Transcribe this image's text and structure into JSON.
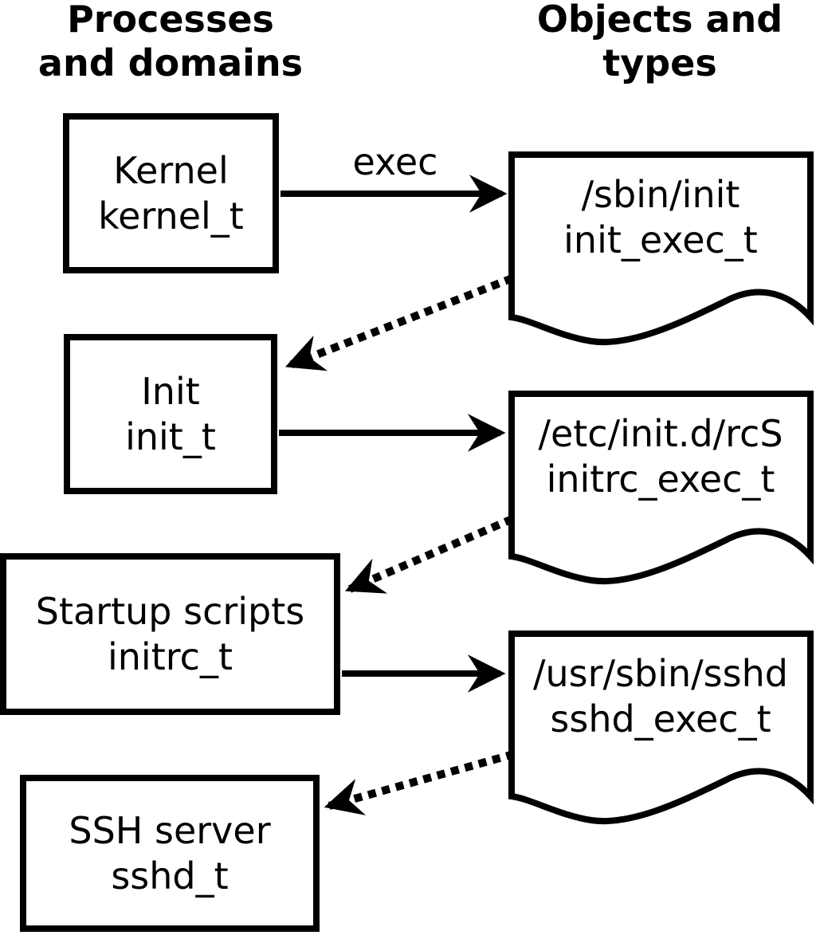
{
  "diagram": {
    "background_color": "#ffffff",
    "ink_color": "#000000",
    "headers": {
      "left": {
        "lines": [
          "Processes",
          "and domains"
        ]
      },
      "right": {
        "lines": [
          "Objects and",
          "types"
        ]
      }
    },
    "processes": [
      {
        "name": "Kernel",
        "domain": "kernel_t"
      },
      {
        "name": "Init",
        "domain": "init_t"
      },
      {
        "name": "Startup scripts",
        "domain": "initrc_t"
      },
      {
        "name": "SSH server",
        "domain": "sshd_t"
      }
    ],
    "objects": [
      {
        "path": "/sbin/init",
        "type": "init_exec_t"
      },
      {
        "path": "/etc/init.d/rcS",
        "type": "initrc_exec_t"
      },
      {
        "path": "/usr/sbin/sshd",
        "type": "sshd_exec_t"
      }
    ],
    "edges": [
      {
        "from": "Kernel kernel_t",
        "to": "/sbin/init init_exec_t",
        "style": "solid",
        "label": "exec"
      },
      {
        "from": "/sbin/init init_exec_t",
        "to": "Init init_t",
        "style": "dotted",
        "label": ""
      },
      {
        "from": "Init init_t",
        "to": "/etc/init.d/rcS initrc_exec_t",
        "style": "solid",
        "label": ""
      },
      {
        "from": "/etc/init.d/rcS initrc_exec_t",
        "to": "Startup scripts initrc_t",
        "style": "dotted",
        "label": ""
      },
      {
        "from": "Startup scripts initrc_t",
        "to": "/usr/sbin/sshd sshd_exec_t",
        "style": "solid",
        "label": ""
      },
      {
        "from": "/usr/sbin/sshd sshd_exec_t",
        "to": "SSH server sshd_t",
        "style": "dotted",
        "label": ""
      }
    ]
  }
}
